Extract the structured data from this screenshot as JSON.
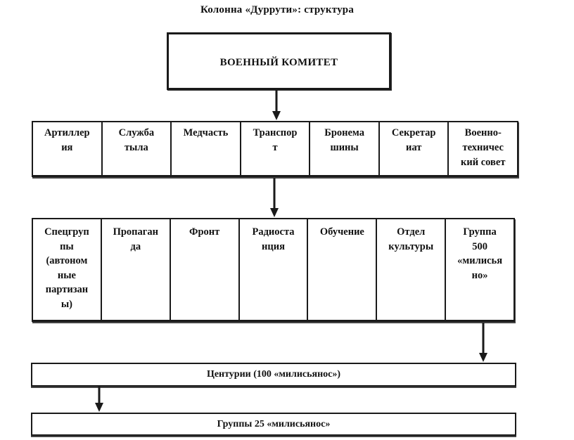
{
  "title": "Колонна «Дуррути»: структура",
  "committee": "ВОЕННЫЙ КОМИТЕТ",
  "sections": [
    "Артиллер\nия",
    "Служба\nтыла",
    "Медчасть",
    "Транспор\nт",
    "Бронема\nшины",
    "Секретар\nиат",
    "Военно-\nтехничес\nкий совет"
  ],
  "units": [
    "Спецгруп\nпы\n(автоном\nные\nпартизан\nы)",
    "Пропаган\nда",
    "Фронт",
    "Радиоста\nнция",
    "Обучение",
    "Отдел\nкультуры",
    "Группа\n500\n«милисья\nно»"
  ],
  "centuries": "Центурии (100 «милисьянос»)",
  "groups": "Группы 25 «милисьянос»"
}
